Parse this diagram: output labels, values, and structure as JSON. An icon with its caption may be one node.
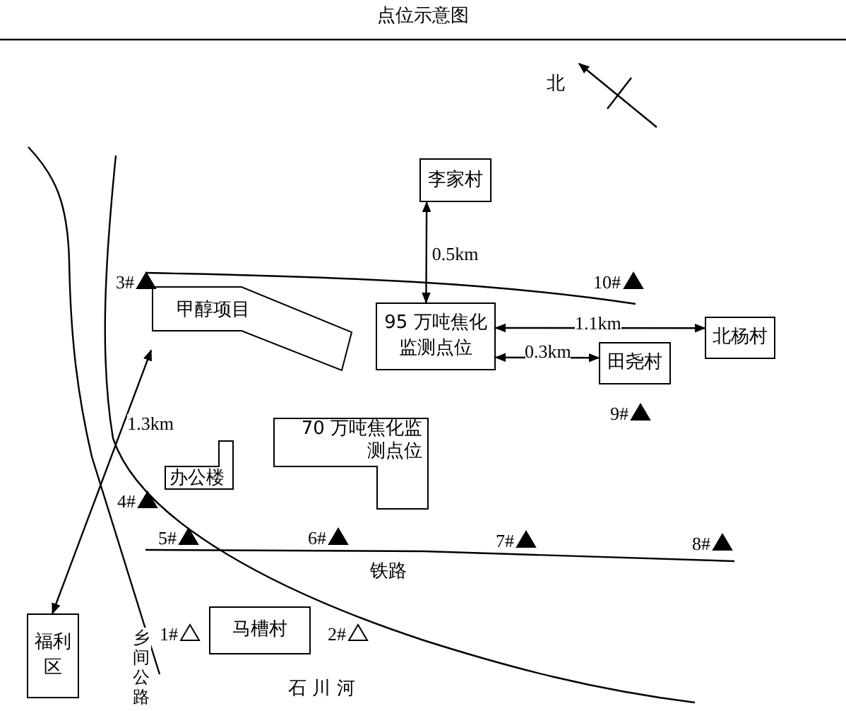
{
  "diagram": {
    "title": "点位示意图",
    "nodes": [
      {
        "text": [
          "李家村"
        ]
      },
      {
        "text": [
          "甲醇项目"
        ]
      },
      {
        "text": [
          "95 万吨焦化监测点位"
        ]
      },
      {
        "text": [
          "北杨村"
        ]
      },
      {
        "text": [
          "田尧村"
        ]
      },
      {
        "text": [
          "70 万吨焦化监测点位"
        ]
      },
      {
        "text": [
          "办公楼"
        ]
      },
      {
        "text": [
          "马槽村"
        ]
      },
      {
        "text": [
          "福利区"
        ]
      }
    ],
    "edges": [
      {
        "from": 2,
        "to": 0,
        "arrow": "both",
        "label": "0.5km"
      },
      {
        "from": 2,
        "to": 3,
        "arrow": "both",
        "label": "1.1km"
      },
      {
        "from": 2,
        "to": 4,
        "arrow": "both",
        "label": "0.3km"
      },
      {
        "from": 8,
        "to": 1,
        "arrow": "both",
        "label": "1.3km"
      }
    ],
    "labels": [
      "北",
      "3#",
      "10#",
      "9#",
      "4#",
      "5#",
      "6#",
      "7#",
      "8#",
      "铁路",
      "1#",
      "2#",
      "乡间公路",
      "石 川 河"
    ]
  }
}
